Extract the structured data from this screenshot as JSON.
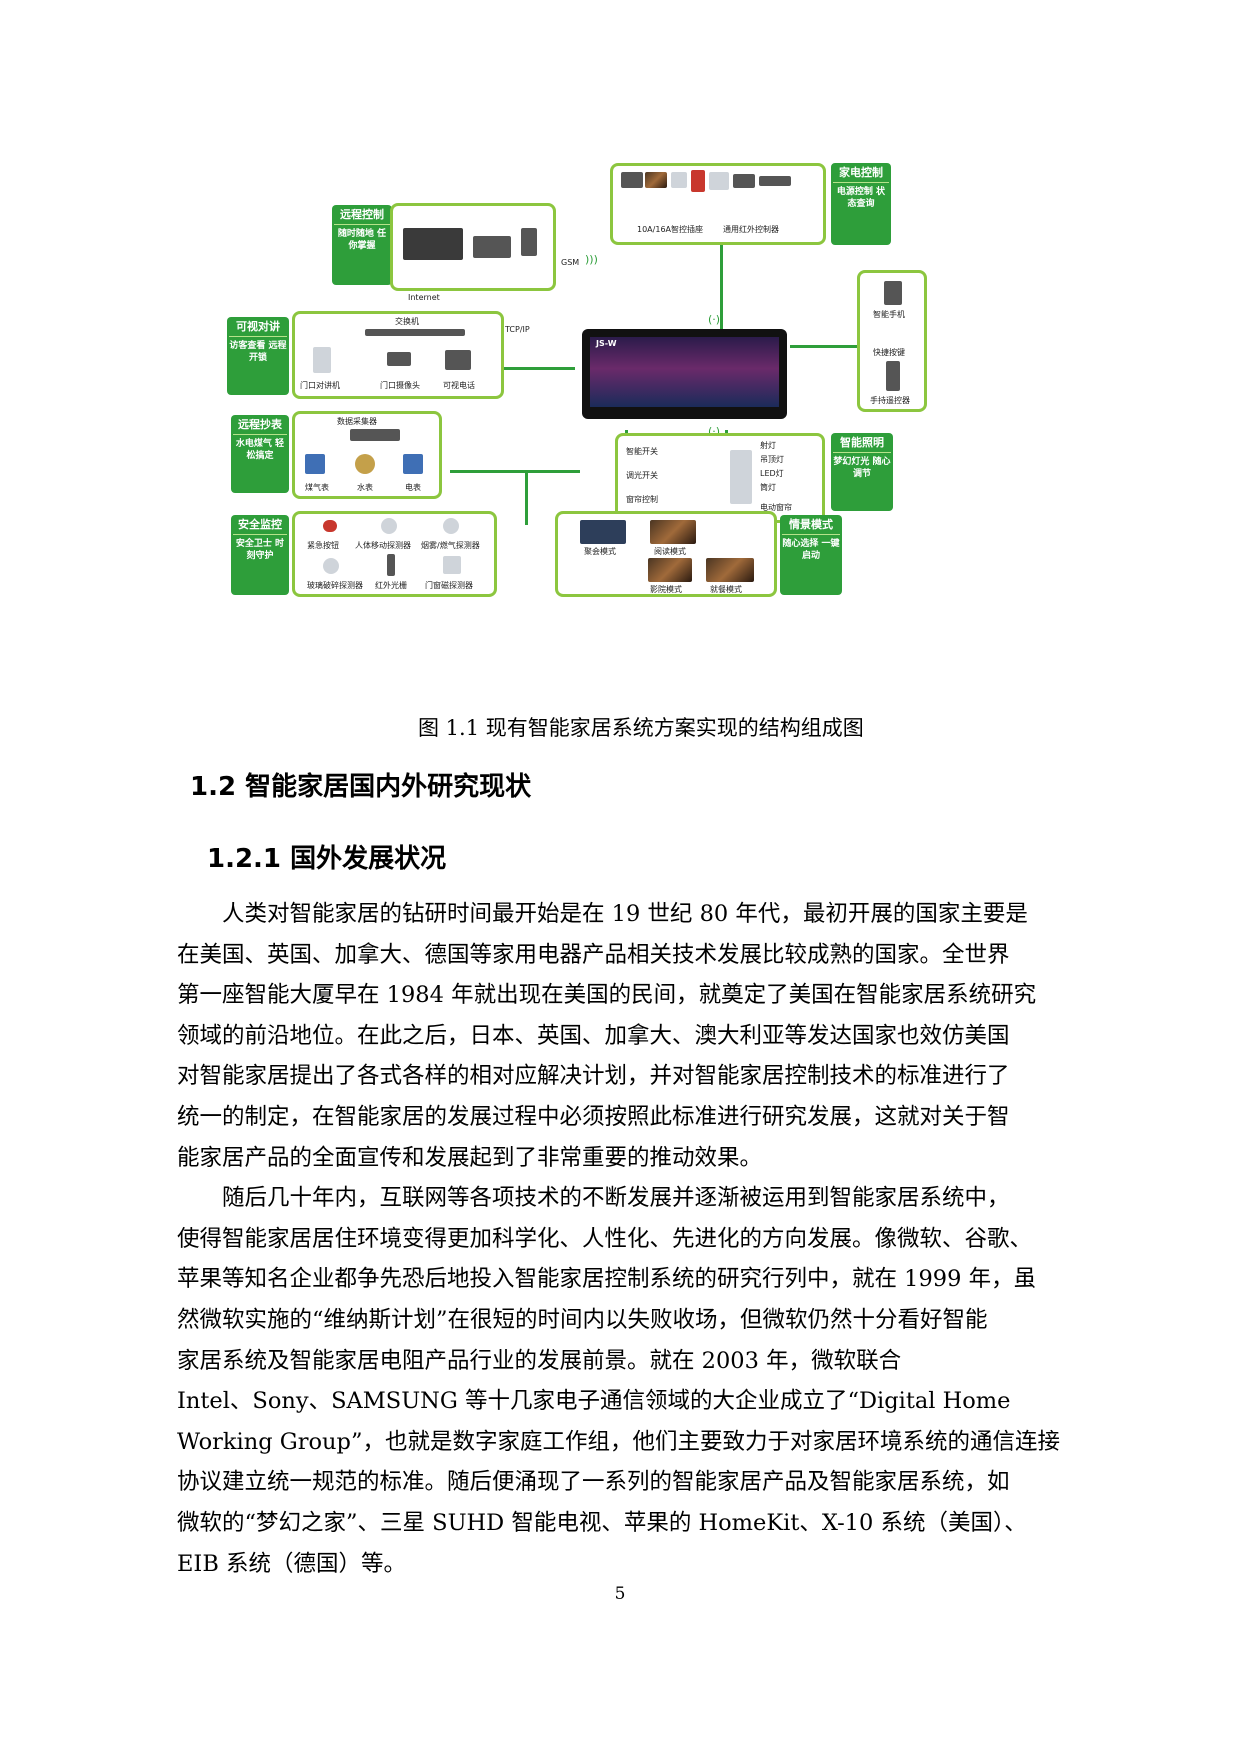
{
  "figure": {
    "caption": "图 1.1 现有智能家居系统方案实现的结构组成图",
    "hub_label": "JS-W",
    "labels": {
      "remote_title": "远程控制",
      "remote_sub": "随时随地 任你掌握",
      "appliance_title": "家电控制",
      "appliance_sub": "电源控制 状态查询",
      "intercom_title": "可视对讲",
      "intercom_sub": "访客查看 远程开锁",
      "meter_title": "远程抄表",
      "meter_sub": "水电煤气 轻松搞定",
      "security_title": "安全监控",
      "security_sub": "安全卫士 时刻守护",
      "lighting_title": "智能照明",
      "lighting_sub": "梦幻灯光 随心调节",
      "scene_title": "情景模式",
      "scene_sub": "随心选择 一键启动",
      "internet": "Internet",
      "gsm": "GSM",
      "tcpip": "TCP/IP",
      "switch": "交换机",
      "door_unit": "门口对讲机",
      "door_camera": "门口摄像头",
      "video_phone": "可视电话",
      "collector": "数据采集器",
      "gas": "煤气表",
      "water": "水表",
      "electric": "电表",
      "socket": "10A/16A智控插座",
      "ir": "通用红外控制器",
      "smart_phone": "智能手机",
      "shortcut": "快捷按键",
      "remote_ctrl": "手持遥控器",
      "smart_switch": "智能开关",
      "dimmer": "调光开关",
      "curtain": "窗帘控制",
      "spotlight": "射灯",
      "ceiling": "吊顶灯",
      "led": "LED灯",
      "downlight": "筒灯",
      "curtain_motor": "电动窗帘",
      "panic": "紧急按钮",
      "pir": "人体移动探测器",
      "smoke": "烟雾/燃气探测器",
      "glass": "玻璃破碎探测器",
      "ir_beam": "红外光栅",
      "door_sensor": "门窗磁探测器",
      "party": "聚会模式",
      "reading": "阅读模式",
      "movie": "影院模式",
      "dining": "就餐模式"
    }
  },
  "section": {
    "heading": "1.2 智能家居国内外研究现状",
    "subheading": "1.2.1 国外发展状况"
  },
  "body_lines": [
    "　　人类对智能家居的钻研时间最开始是在 19 世纪 80 年代，最初开展的国家主要是",
    "在美国、英国、加拿大、德国等家用电器产品相关技术发展比较成熟的国家。全世界",
    "第一座智能大厦早在 1984 年就出现在美国的民间，就奠定了美国在智能家居系统研究",
    "领域的前沿地位。在此之后，日本、英国、加拿大、澳大利亚等发达国家也效仿美国",
    "对智能家居提出了各式各样的相对应解决计划，并对智能家居控制技术的标准进行了",
    "统一的制定，在智能家居的发展过程中必须按照此标准进行研究发展，这就对关于智",
    "能家居产品的全面宣传和发展起到了非常重要的推动效果。",
    "　　随后几十年内，互联网等各项技术的不断发展并逐渐被运用到智能家居系统中，",
    "使得智能家居居住环境变得更加科学化、人性化、先进化的方向发展。像微软、谷歌、",
    "苹果等知名企业都争先恐后地投入智能家居控制系统的研究行列中，就在 1999 年，虽",
    "然微软实施的“维纳斯计划”在很短的时间内以失败收场，但微软仍然十分看好智能",
    "家居系统及智能家居电阻产品行业的发展前景。就在 2003 年，微软联合",
    "Intel、Sony、SAMSUNG 等十几家电子通信领域的大企业成立了“Digital Home",
    "Working Group”，也就是数字家庭工作组，他们主要致力于对家居环境系统的通信连接",
    "协议建立统一规范的标准。随后便涌现了一系列的智能家居产品及智能家居系统，如",
    "微软的“梦幻之家”、三星 SUHD 智能电视、苹果的 HomeKit、X-10 系统（美国）、",
    "EIB 系统（德国）等。"
  ],
  "page_number": "5",
  "colors": {
    "accent_green": "#2e9e3a",
    "panel_border": "#8cc63f"
  }
}
